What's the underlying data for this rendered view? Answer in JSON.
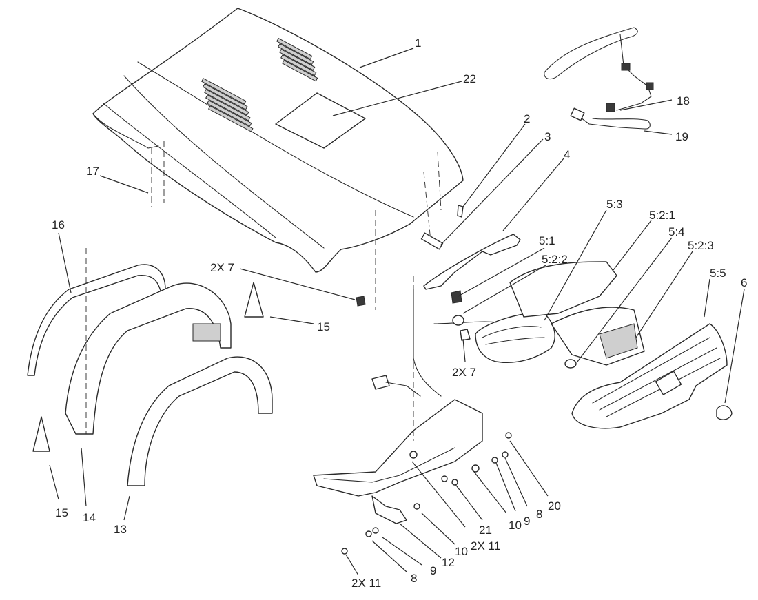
{
  "callouts": [
    {
      "id": "c1",
      "label": "1"
    },
    {
      "id": "c22",
      "label": "22"
    },
    {
      "id": "c18",
      "label": "18"
    },
    {
      "id": "c19",
      "label": "19"
    },
    {
      "id": "c2",
      "label": "2"
    },
    {
      "id": "c3",
      "label": "3"
    },
    {
      "id": "c4",
      "label": "4"
    },
    {
      "id": "c17",
      "label": "17"
    },
    {
      "id": "c16",
      "label": "16"
    },
    {
      "id": "c7a",
      "label": "2X 7"
    },
    {
      "id": "c15a",
      "label": "15"
    },
    {
      "id": "c53",
      "label": "5:3"
    },
    {
      "id": "c521",
      "label": "5:2:1"
    },
    {
      "id": "c54",
      "label": "5:4"
    },
    {
      "id": "c523",
      "label": "5:2:3"
    },
    {
      "id": "c51",
      "label": "5:1"
    },
    {
      "id": "c522",
      "label": "5:2:2"
    },
    {
      "id": "c55",
      "label": "5:5"
    },
    {
      "id": "c6",
      "label": "6"
    },
    {
      "id": "c7b",
      "label": "2X 7"
    },
    {
      "id": "c15b",
      "label": "15"
    },
    {
      "id": "c14",
      "label": "14"
    },
    {
      "id": "c13",
      "label": "13"
    },
    {
      "id": "c20",
      "label": "20"
    },
    {
      "id": "c8a",
      "label": "8"
    },
    {
      "id": "c9a",
      "label": "9"
    },
    {
      "id": "c10a",
      "label": "10"
    },
    {
      "id": "c21",
      "label": "21"
    },
    {
      "id": "c11a",
      "label": "2X 11"
    },
    {
      "id": "c10b",
      "label": "10"
    },
    {
      "id": "c12",
      "label": "12"
    },
    {
      "id": "c9b",
      "label": "9"
    },
    {
      "id": "c8b",
      "label": "8"
    },
    {
      "id": "c11b",
      "label": "2X 11"
    }
  ]
}
